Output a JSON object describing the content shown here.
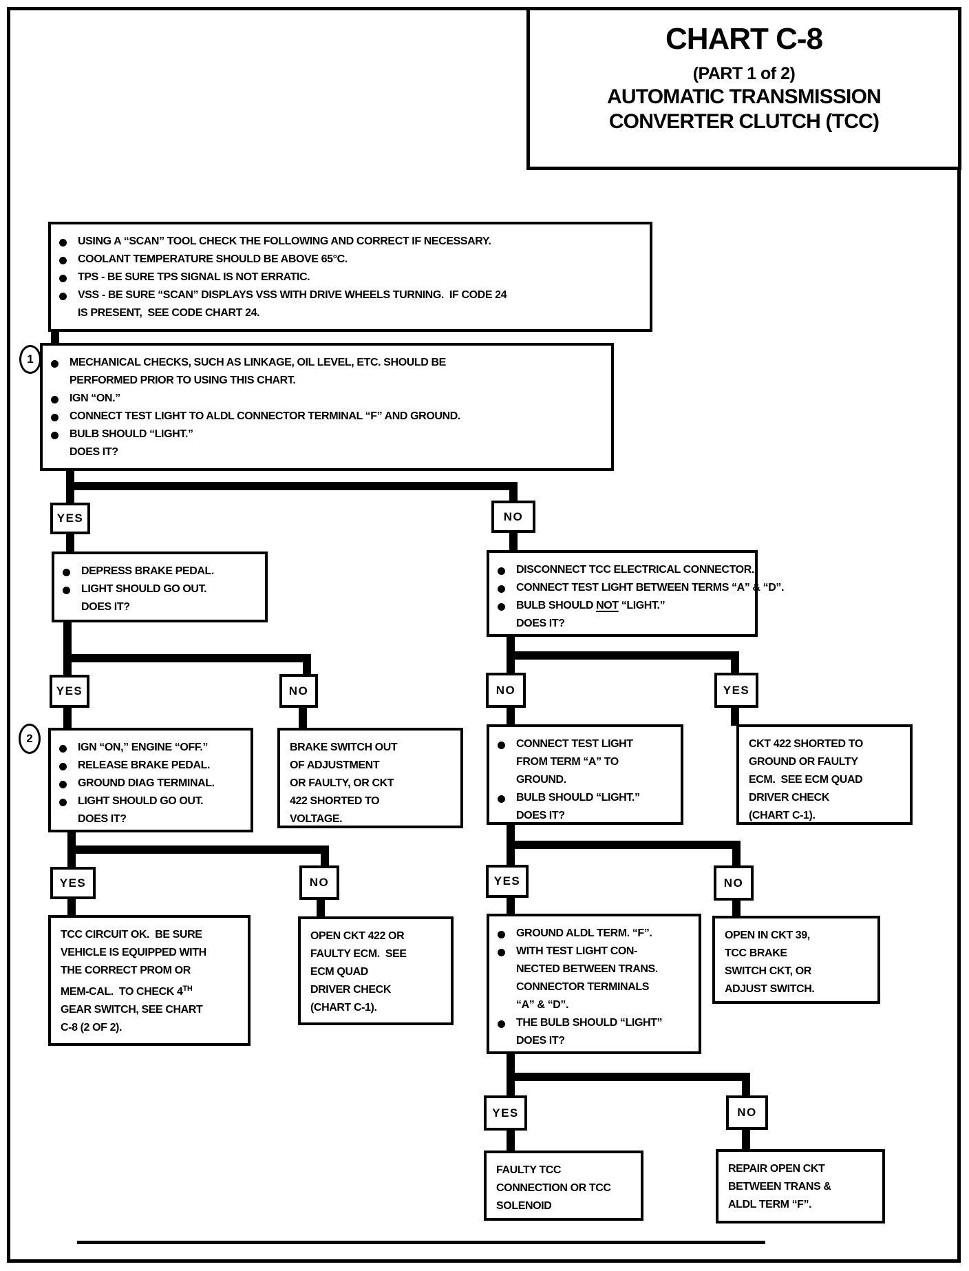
{
  "colors": {
    "ink": "#000000",
    "paper": "#ffffff"
  },
  "title": {
    "chart": "CHART C-8",
    "part": "(PART 1 of 2)",
    "line1": "AUTOMATIC TRANSMISSION",
    "line2": "CONVERTER CLUTCH (TCC)"
  },
  "step_badges": {
    "one": "1",
    "two": "2"
  },
  "decisions": {
    "yes": "YES",
    "no": "NO"
  },
  "boxes": {
    "scan": {
      "items": [
        "USING A “SCAN” TOOL CHECK THE FOLLOWING AND CORRECT IF NECESSARY.",
        "COOLANT TEMPERATURE SHOULD BE ABOVE 65°C.",
        "TPS - BE SURE TPS SIGNAL IS NOT ERRATIC.",
        "VSS - BE SURE “SCAN” DISPLAYS VSS WITH DRIVE WHEELS TURNING.  IF CODE 24\nIS PRESENT,  SEE CODE CHART 24."
      ]
    },
    "mechanical": {
      "items": [
        "MECHANICAL CHECKS, SUCH AS LINKAGE, OIL LEVEL, ETC. SHOULD BE\nPERFORMED PRIOR TO USING THIS CHART.",
        "IGN “ON.”",
        "CONNECT TEST LIGHT TO ALDL CONNECTOR TERMINAL “F” AND GROUND.",
        "BULB SHOULD “LIGHT.”\nDOES IT?"
      ]
    },
    "depress_brake": {
      "items": [
        "DEPRESS BRAKE PEDAL.",
        "LIGHT SHOULD GO OUT.\nDOES IT?"
      ]
    },
    "disconnect_tcc": {
      "items": [
        "DISCONNECT TCC ELECTRICAL CONNECTOR.",
        "CONNECT TEST LIGHT BETWEEN TERMS “A” & “D”."
      ],
      "bulb_pre": "BULB SHOULD ",
      "bulb_not": "NOT",
      "bulb_post": " “LIGHT.”",
      "does_it": "\nDOES IT?"
    },
    "ign_on": {
      "items": [
        "IGN “ON,” ENGINE “OFF.”",
        "RELEASE BRAKE PEDAL.",
        "GROUND DIAG TERMINAL.",
        "LIGHT SHOULD GO OUT.\nDOES IT?"
      ]
    },
    "brake_switch": {
      "text": "BRAKE SWITCH OUT\nOF ADJUSTMENT\nOR FAULTY, OR CKT\n422 SHORTED TO\nVOLTAGE."
    },
    "connect_term_a": {
      "items": [
        "CONNECT TEST LIGHT\nFROM TERM “A” TO\nGROUND.",
        "BULB SHOULD “LIGHT.”\nDOES IT?"
      ]
    },
    "ckt422_shorted": {
      "text": "CKT 422 SHORTED TO\nGROUND OR FAULTY\nECM.  SEE ECM QUAD\nDRIVER CHECK\n(CHART C-1)."
    },
    "tcc_ok": {
      "pre": "TCC CIRCUIT OK.  BE SURE\nVEHICLE IS EQUIPPED WITH\nTHE CORRECT PROM OR\nMEM-CAL.  TO CHECK 4",
      "sup": "TH",
      "post": "\nGEAR SWITCH, SEE CHART\nC-8 (2 OF 2)."
    },
    "open_ckt422": {
      "text": "OPEN CKT 422 OR\nFAULTY ECM.  SEE\nECM QUAD\nDRIVER CHECK\n(CHART C-1)."
    },
    "ground_aldl": {
      "items": [
        "GROUND ALDL TERM. “F”.",
        "WITH TEST LIGHT CON-\nNECTED BETWEEN TRANS.\nCONNECTOR TERMINALS\n“A” & “D”.",
        "THE BULB SHOULD “LIGHT”\nDOES IT?"
      ]
    },
    "open_ckt39": {
      "text": "OPEN IN CKT 39,\nTCC BRAKE\nSWITCH CKT, OR\nADJUST SWITCH."
    },
    "faulty_tcc": {
      "text": "FAULTY TCC\nCONNECTION OR TCC\nSOLENOID"
    },
    "repair_open": {
      "text": "REPAIR OPEN CKT\nBETWEEN TRANS &\nALDL TERM “F”."
    }
  }
}
